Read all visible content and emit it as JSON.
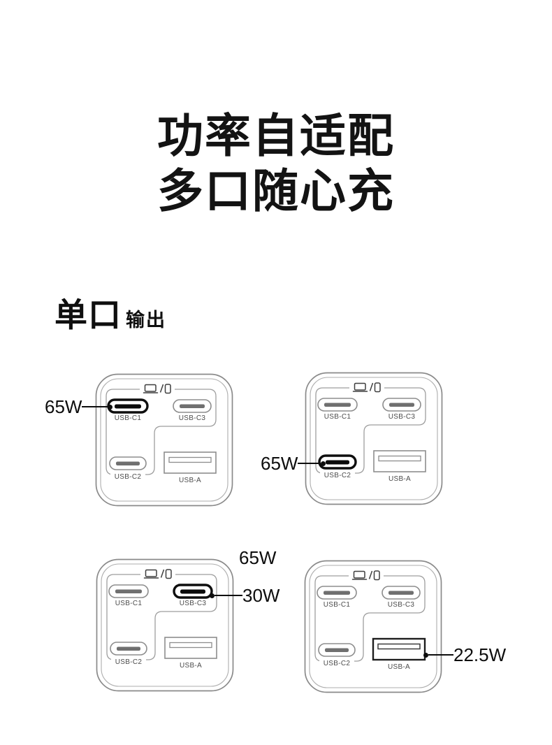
{
  "title": {
    "line1": "功率自适配",
    "line2": "多口随心充"
  },
  "section": {
    "heading_main": "单口",
    "heading_sub": "输出"
  },
  "port_labels": {
    "c1": "USB-C1",
    "c2": "USB-C2",
    "c3": "USB-C3",
    "a": "USB-A"
  },
  "icons": {
    "top_devices": "laptop-and-phone-icons"
  },
  "chargers": [
    {
      "name": "charger-1",
      "active_port": "USB-C1",
      "callout": {
        "label": "65W",
        "side": "left",
        "target": "USB-C1"
      }
    },
    {
      "name": "charger-2",
      "active_port": "USB-C2",
      "callout": {
        "label": "65W",
        "side": "left",
        "target": "USB-C2"
      }
    },
    {
      "name": "charger-3",
      "active_port": "USB-C3",
      "callout": {
        "label": "30W",
        "side": "right",
        "target": "USB-C3"
      },
      "callout_secondary": {
        "label": "65W",
        "position": "top-right"
      }
    },
    {
      "name": "charger-4",
      "active_port": "USB-A",
      "callout": {
        "label": "22.5W",
        "side": "right",
        "target": "USB-A"
      }
    }
  ],
  "colors": {
    "background": "#ffffff",
    "text": "#131313",
    "outline_gray": "#8d8d8d",
    "label_gray": "#4b4b4b",
    "active_black": "#0d0d0d"
  }
}
